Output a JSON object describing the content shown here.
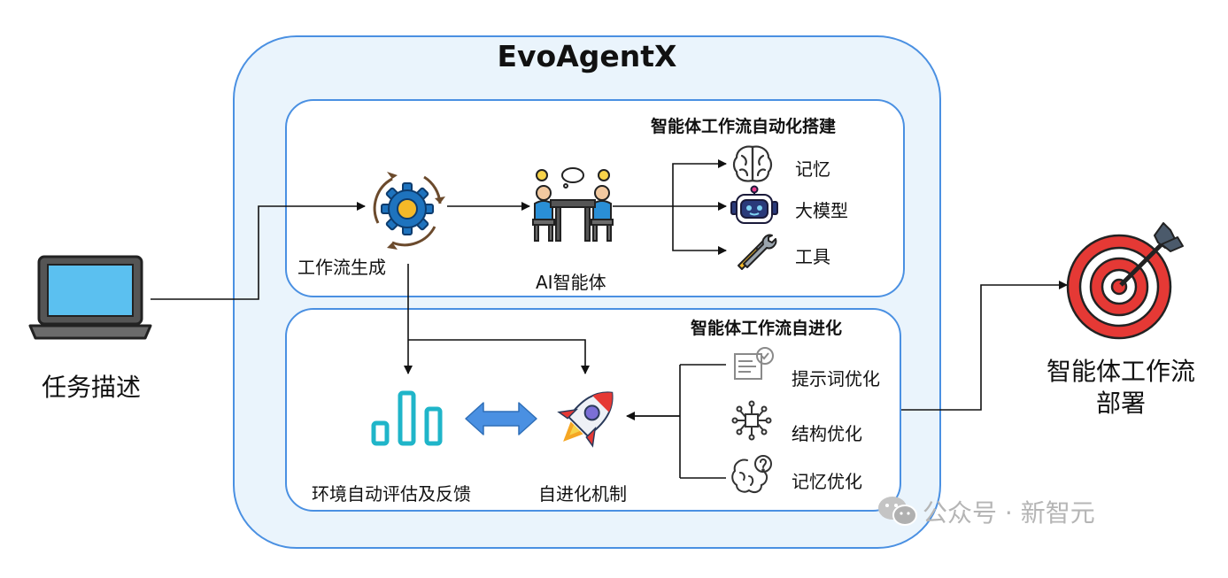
{
  "diagram": {
    "title": "EvoAgentX",
    "input_label": "任务描述",
    "output_label_line1": "智能体工作流",
    "output_label_line2": "部署",
    "construction": {
      "title": "智能体工作流自动化搭建",
      "workflow_gen_label": "工作流生成",
      "agent_label": "AI智能体",
      "components": [
        "记忆",
        "大模型",
        "工具"
      ]
    },
    "evolution": {
      "title": "智能体工作流自进化",
      "eval_label": "环境自动评估及反馈",
      "mechanism_label": "自进化机制",
      "optimizations": [
        "提示词优化",
        "结构优化",
        "记忆优化"
      ]
    },
    "watermark": "公众号 · 新智元",
    "colors": {
      "frame_blue": "#4a90e2",
      "outer_fill": "#eaf4fc",
      "teal": "#1fb5c9",
      "target_red": "#e53935"
    }
  }
}
